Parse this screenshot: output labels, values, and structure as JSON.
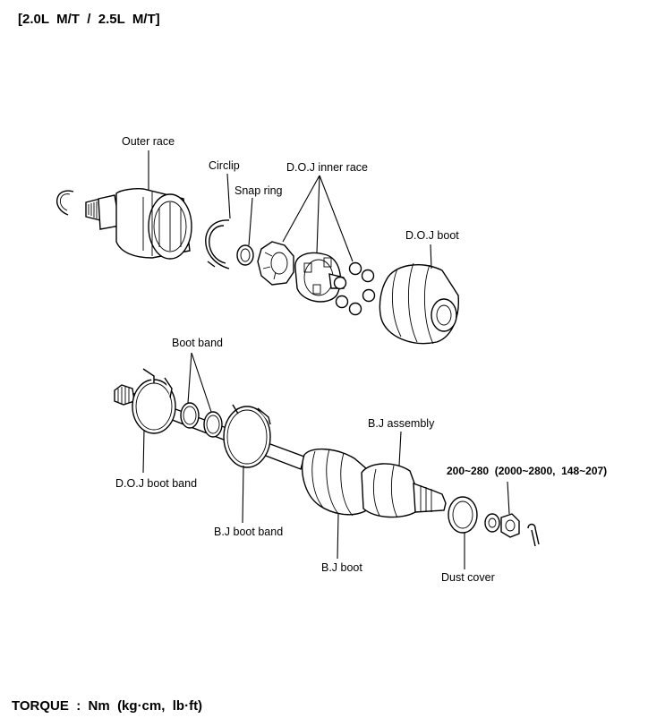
{
  "header": {
    "title": "[2.0L  M/T  /  2.5L  M/T]"
  },
  "labels": {
    "outer_race": "Outer race",
    "circlip": "Circlip",
    "snap_ring": "Snap ring",
    "doj_inner_race": "D.O.J inner race",
    "doj_boot": "D.O.J boot",
    "boot_band": "Boot band",
    "bj_assembly": "B.J assembly",
    "torque_spec": "200~280  (2000~2800,  148~207)",
    "doj_boot_band": "D.O.J boot band",
    "bj_boot_band": "B.J boot band",
    "bj_boot": "B.J boot",
    "dust_cover": "Dust cover"
  },
  "footer": {
    "torque_units": "TORQUE  :  Nm  (kg·cm,  lb·ft)"
  }
}
